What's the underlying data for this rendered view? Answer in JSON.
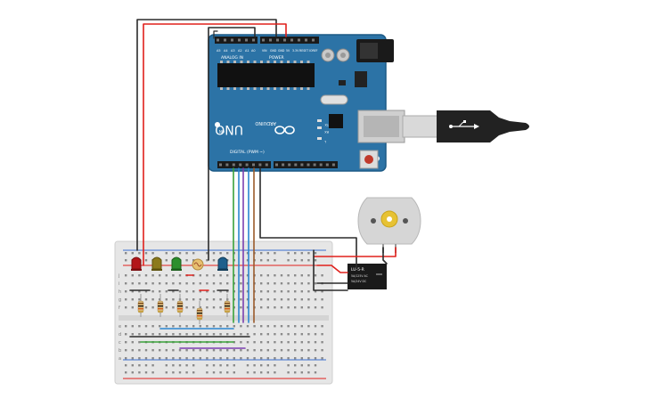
{
  "arduino": {
    "brand": "ARDUINO",
    "model": "UNO",
    "analog_header": "ANALOG IN",
    "power_header": "POWER",
    "digital_header": "DIGITAL (PWM ~)",
    "analog_pins": [
      "A5",
      "A4",
      "A3",
      "A2",
      "A1",
      "A0"
    ],
    "power_pins": [
      "VIN",
      "GND",
      "GND",
      "5V",
      "3.3V",
      "RESET",
      "IOREF"
    ],
    "led_labels": [
      "TX",
      "RX",
      "L"
    ],
    "on_label": "ON"
  },
  "relay": {
    "part": "LU-5-R",
    "line1": "5A/125V AC",
    "line2": "5A/24V DC"
  },
  "breadboard": {
    "row_letters_top": [
      "j",
      "i",
      "h",
      "g",
      "f"
    ],
    "row_letters_bottom": [
      "e",
      "d",
      "c",
      "b",
      "a"
    ]
  },
  "colors": {
    "board": "#2c73a6",
    "board_dark": "#1c5a86",
    "breadboard": "#e6e6e6",
    "wire_red": "#e0201c",
    "wire_black": "#2b2b2b",
    "wire_green": "#3aa23a",
    "wire_blue": "#2a86d0",
    "wire_purple": "#7b3fb0",
    "wire_brown": "#9a5a2a",
    "led_red": "#b3161a",
    "led_yellow": "#8c7a1c",
    "led_green": "#2d8f2d",
    "led_blue": "#1e5f8c"
  }
}
